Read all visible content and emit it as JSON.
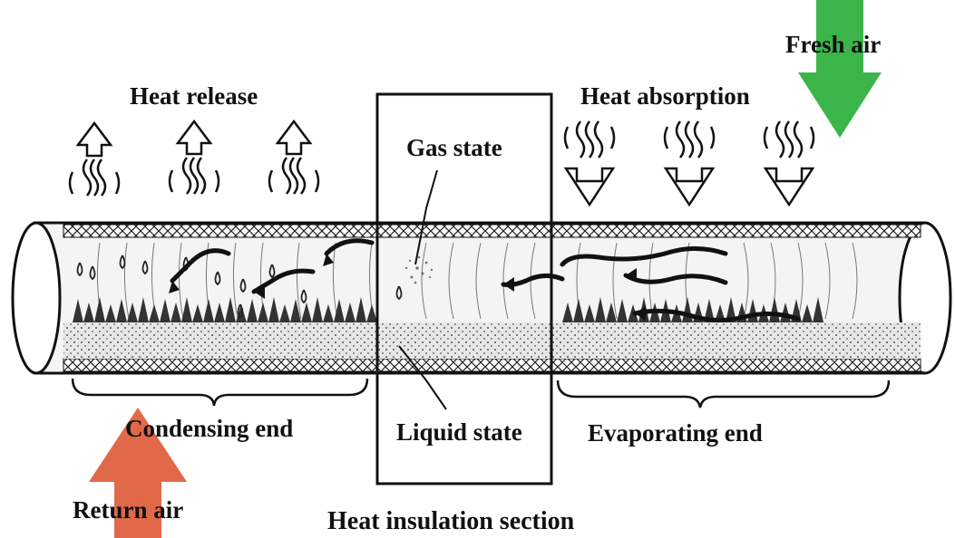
{
  "labels": {
    "heat_release": "Heat release",
    "heat_absorption": "Heat absorption",
    "gas_state": "Gas state",
    "liquid_state": "Liquid state",
    "condensing_end": "Condensing end",
    "evaporating_end": "Evaporating end",
    "heat_insulation_section": "Heat insulation section",
    "fresh_air": "Fresh air",
    "return_air": "Return air"
  },
  "colors": {
    "fresh_air_arrow": "#3bb54a",
    "return_air_arrow": "#e1694a",
    "line": "#111111",
    "tube_fill": "#f4f4f4"
  },
  "icons": {
    "heat_release": "wavy-up-arrow-icon",
    "heat_absorption": "wavy-down-arrow-icon",
    "fresh_air": "green-down-arrow-icon",
    "return_air": "orange-up-arrow-icon"
  }
}
